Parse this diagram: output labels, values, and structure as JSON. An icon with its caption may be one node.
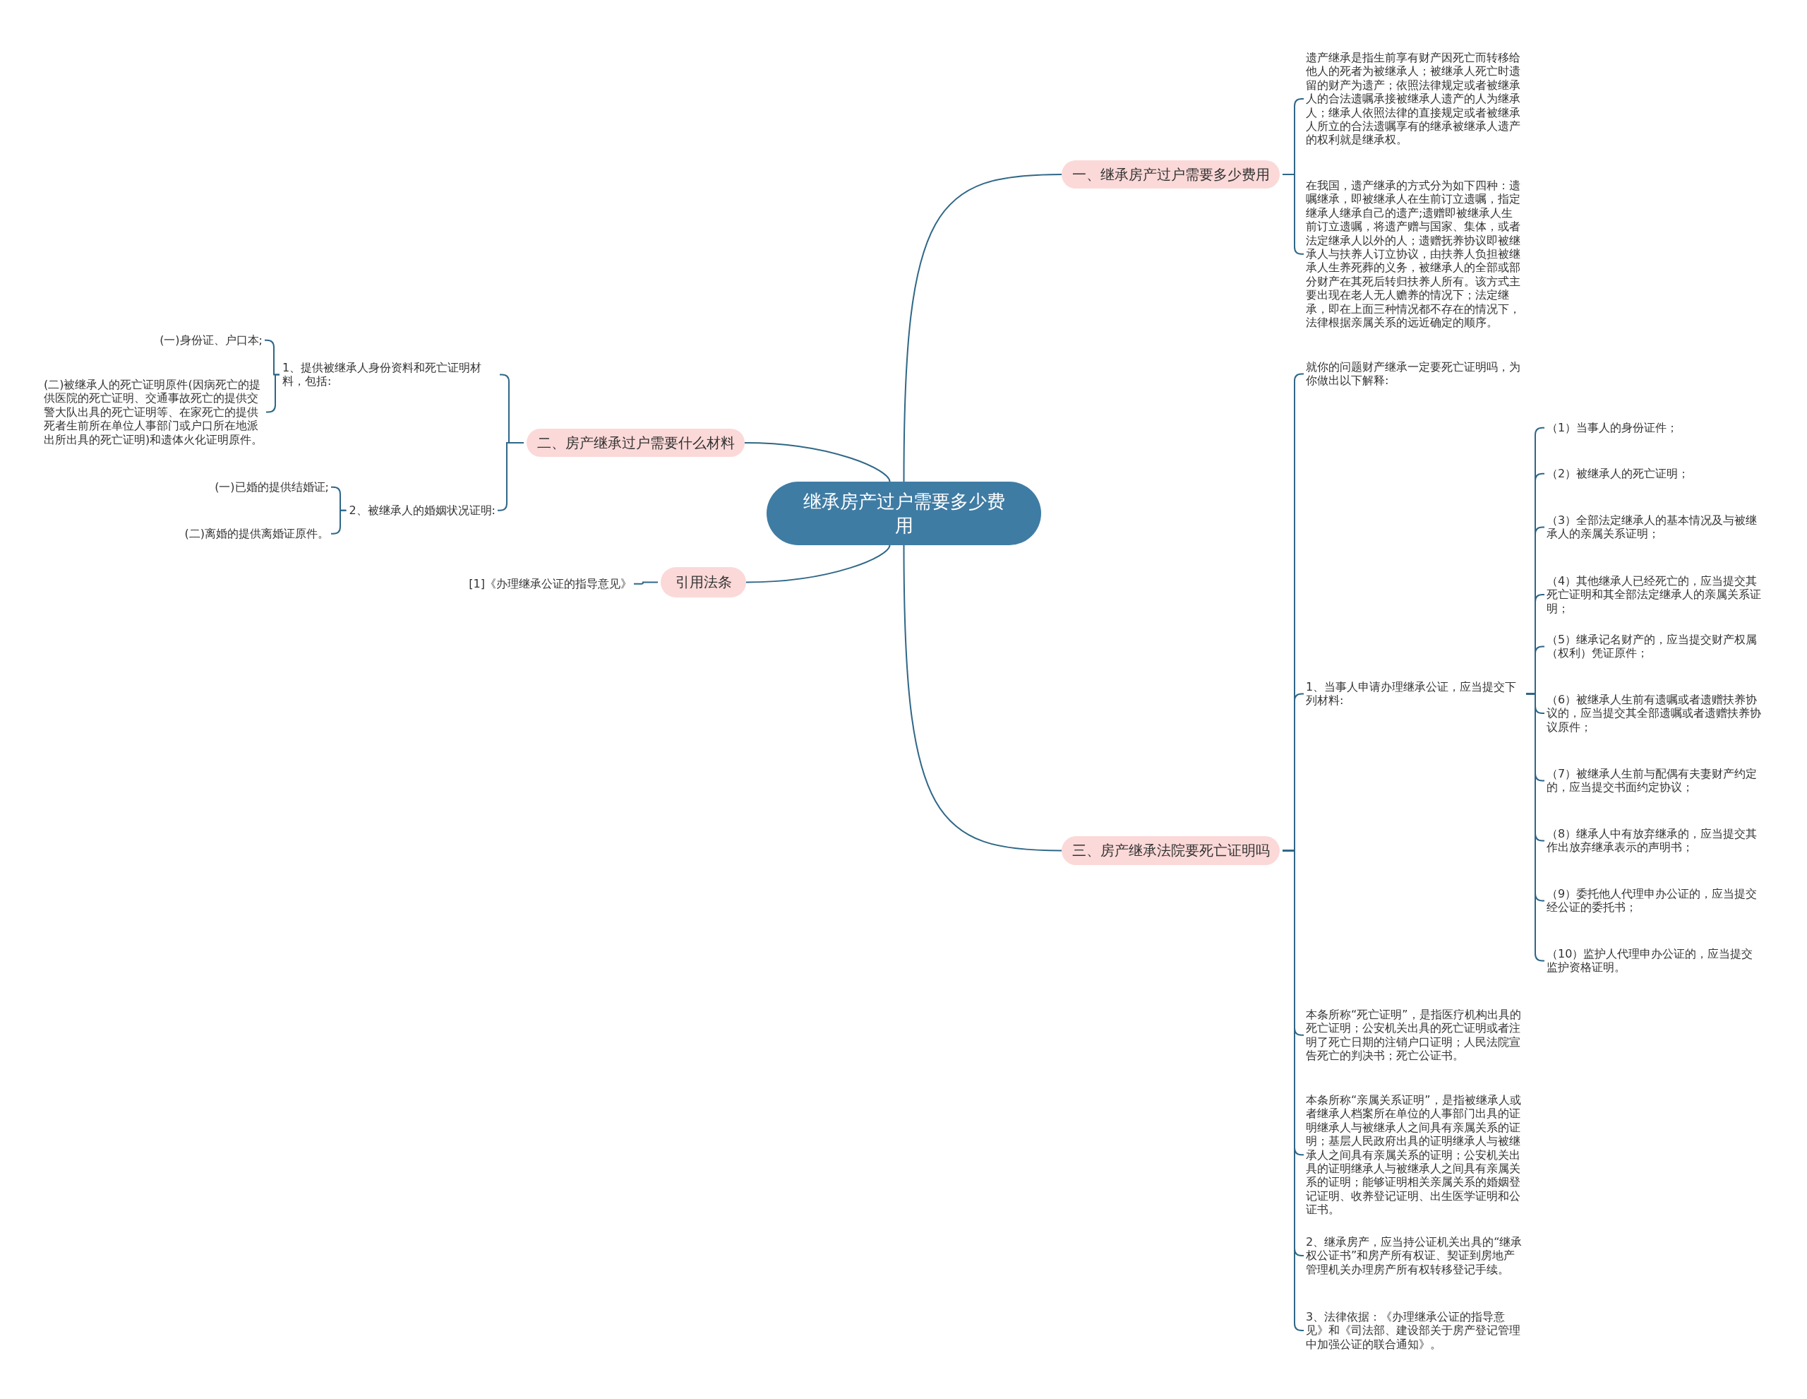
{
  "diagram": {
    "nodes": [
      {
        "text": [
          "继承房产过户需要多少费用"
        ]
      },
      {
        "text": [
          "一、继承房产过户需要多少费用"
        ]
      },
      {
        "text": [
          "遗产继承是指生前享有财产因死亡而转移给他人的死者为被继承人；被继承人死亡时遗留的财产为遗产；依照法律规定或者被继承人的合法遗嘱承接被继承人遗产的人为继承人；继承人依照法律的直接规定或者被继承人所立的合法遗嘱享有的继承被继承人遗产的权利就是继承权。"
        ]
      },
      {
        "text": [
          "在我国，遗产继承的方式分为如下四种：遗嘱继承，即被继承人在生前订立遗嘱，指定继承人继承自己的遗产;遗赠即被继承人生前订立遗嘱，将遗产赠与国家、集体，或者法定继承人以外的人；遗赠抚养协议即被继承人与扶养人订立协议，由扶养人负担被继承人生养死葬的义务，被继承人的全部或部分财产在其死后转归扶养人所有。该方式主要出现在老人无人赡养的情况下；法定继承，即在上面三种情况都不存在的情况下，法律根据亲属关系的远近确定的顺序。"
        ]
      },
      {
        "text": [
          "二、房产继承过户需要什么材料"
        ]
      },
      {
        "text": [
          "1、提供被继承人身份资料和死亡证明材料，包括:"
        ]
      },
      {
        "text": [
          "(一)身份证、户口本;"
        ]
      },
      {
        "text": [
          "(二)被继承人的死亡证明原件(因病死亡的提供医院的死亡证明、交通事故死亡的提供交警大队出具的死亡证明等、在家死亡的提供死者生前所在单位人事部门或户口所在地派出所出具的死亡证明)和遗体火化证明原件。"
        ]
      },
      {
        "text": [
          "2、被继承人的婚姻状况证明:"
        ]
      },
      {
        "text": [
          "(一)已婚的提供结婚证;"
        ]
      },
      {
        "text": [
          "(二)离婚的提供离婚证原件。"
        ]
      },
      {
        "text": [
          "引用法条"
        ]
      },
      {
        "text": [
          "[1]《办理继承公证的指导意见》"
        ]
      },
      {
        "text": [
          "三、房产继承法院要死亡证明吗"
        ]
      },
      {
        "text": [
          "就你的问题财产继承一定要死亡证明吗，为你做出以下解释:"
        ]
      },
      {
        "text": [
          "1、当事人申请办理继承公证，应当提交下列材料:"
        ]
      },
      {
        "text": [
          "（1）当事人的身份证件；"
        ]
      },
      {
        "text": [
          "（2）被继承人的死亡证明；"
        ]
      },
      {
        "text": [
          "（3）全部法定继承人的基本情况及与被继承人的亲属关系证明；"
        ]
      },
      {
        "text": [
          "（4）其他继承人已经死亡的，应当提交其死亡证明和其全部法定继承人的亲属关系证明；"
        ]
      },
      {
        "text": [
          "（5）继承记名财产的，应当提交财产权属（权利）凭证原件；"
        ]
      },
      {
        "text": [
          "（6）被继承人生前有遗嘱或者遗赠扶养协议的，应当提交其全部遗嘱或者遗赠扶养协议原件；"
        ]
      },
      {
        "text": [
          "（7）被继承人生前与配偶有夫妻财产约定的，应当提交书面约定协议；"
        ]
      },
      {
        "text": [
          "（8）继承人中有放弃继承的，应当提交其作出放弃继承表示的声明书；"
        ]
      },
      {
        "text": [
          "（9）委托他人代理申办公证的，应当提交经公证的委托书；"
        ]
      },
      {
        "text": [
          "（10）监护人代理申办公证的，应当提交监护资格证明。"
        ]
      },
      {
        "text": [
          "本条所称“死亡证明”，是指医疗机构出具的死亡证明；公安机关出具的死亡证明或者注明了死亡日期的注销户口证明；人民法院宣告死亡的判决书；死亡公证书。"
        ]
      },
      {
        "text": [
          "本条所称“亲属关系证明”，是指被继承人或者继承人档案所在单位的人事部门出具的证明继承人与被继承人之间具有亲属关系的证明；基层人民政府出具的证明继承人与被继承人之间具有亲属关系的证明；公安机关出具的证明继承人与被继承人之间具有亲属关系的证明；能够证明相关亲属关系的婚姻登记证明、收养登记证明、出生医学证明和公证书。"
        ]
      },
      {
        "text": [
          "2、继承房产，应当持公证机关出具的“继承权公证书”和房产所有权证、契证到房地产管理机关办理房产所有权转移登记手续。"
        ]
      },
      {
        "text": [
          "3、法律依据：《办理继承公证的指导意见》和《司法部、建设部关于房产登记管理中加强公证的联合通知》。"
        ]
      }
    ],
    "edges": [
      {
        "from": 0,
        "to": 1,
        "arrow": "none"
      },
      {
        "from": 1,
        "to": 2,
        "arrow": "none"
      },
      {
        "from": 1,
        "to": 3,
        "arrow": "none"
      },
      {
        "from": 0,
        "to": 4,
        "arrow": "none"
      },
      {
        "from": 4,
        "to": 5,
        "arrow": "none"
      },
      {
        "from": 5,
        "to": 6,
        "arrow": "none"
      },
      {
        "from": 5,
        "to": 7,
        "arrow": "none"
      },
      {
        "from": 4,
        "to": 8,
        "arrow": "none"
      },
      {
        "from": 8,
        "to": 9,
        "arrow": "none"
      },
      {
        "from": 8,
        "to": 10,
        "arrow": "none"
      },
      {
        "from": 0,
        "to": 11,
        "arrow": "none"
      },
      {
        "from": 11,
        "to": 12,
        "arrow": "none"
      },
      {
        "from": 0,
        "to": 13,
        "arrow": "none"
      },
      {
        "from": 13,
        "to": 14,
        "arrow": "none"
      },
      {
        "from": 13,
        "to": 15,
        "arrow": "none"
      },
      {
        "from": 15,
        "to": 16,
        "arrow": "none"
      },
      {
        "from": 15,
        "to": 17,
        "arrow": "none"
      },
      {
        "from": 15,
        "to": 18,
        "arrow": "none"
      },
      {
        "from": 15,
        "to": 19,
        "arrow": "none"
      },
      {
        "from": 15,
        "to": 20,
        "arrow": "none"
      },
      {
        "from": 15,
        "to": 21,
        "arrow": "none"
      },
      {
        "from": 15,
        "to": 22,
        "arrow": "none"
      },
      {
        "from": 15,
        "to": 23,
        "arrow": "none"
      },
      {
        "from": 15,
        "to": 24,
        "arrow": "none"
      },
      {
        "from": 15,
        "to": 25,
        "arrow": "none"
      },
      {
        "from": 13,
        "to": 26,
        "arrow": "none"
      },
      {
        "from": 13,
        "to": 27,
        "arrow": "none"
      },
      {
        "from": 13,
        "to": 28,
        "arrow": "none"
      },
      {
        "from": 13,
        "to": 29,
        "arrow": "none"
      }
    ]
  }
}
